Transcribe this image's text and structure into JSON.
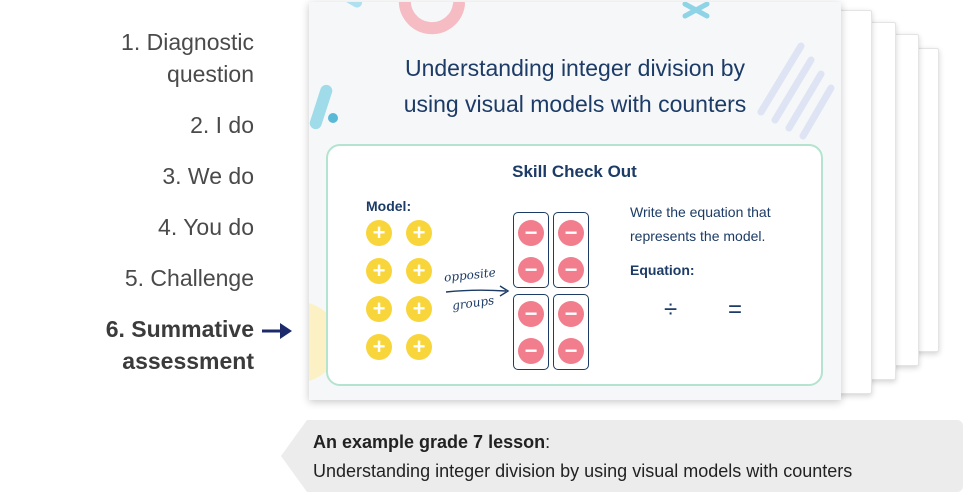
{
  "steps": [
    {
      "line1": "1. Diagnostic",
      "line2": "question",
      "active": false
    },
    {
      "line1": "2. I do",
      "active": false
    },
    {
      "line1": "3. We do",
      "active": false
    },
    {
      "line1": "4. You do",
      "active": false
    },
    {
      "line1": "5. Challenge",
      "active": false
    },
    {
      "line1": "6. Summative",
      "line2": "assessment",
      "active": true
    }
  ],
  "slide": {
    "title_line1": "Understanding integer division by",
    "title_line2": "using visual models with counters",
    "skill_title": "Skill Check Out",
    "model_label": "Model:",
    "positive_symbol": "+",
    "negative_symbol": "−",
    "handwritten_line1": "opposite",
    "handwritten_line2": "groups",
    "prompt": "Write the equation that represents the model.",
    "equation_label": "Equation:",
    "divide_symbol": "÷",
    "equals_symbol": "="
  },
  "caption": {
    "bold": "An example grade 7 lesson",
    "colon": ":",
    "line2": "Understanding integer division by using visual models with counters"
  },
  "colors": {
    "navy": "#1c3b66",
    "positive_counter": "#f8d53a",
    "negative_counter": "#f27d8c",
    "skill_border": "#b4e3cf",
    "arrow": "#1c2a6b"
  }
}
